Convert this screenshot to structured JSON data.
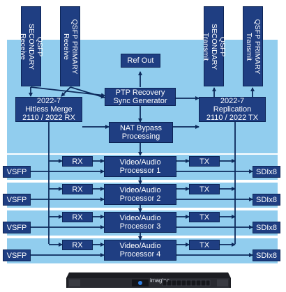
{
  "diagram": {
    "inputs": {
      "qsfp_secondary_receive": "QSFP SECONDARY\nReceive",
      "qsfp_primary_receive": "QSFP PRIMARY\nReceive",
      "qsfp_secondary_transmit": "QSFP SECONDARY\nTransmit",
      "qsfp_primary_transmit": "QSFP PRIMARY\nTransmit"
    },
    "ref_out": "Ref Out",
    "ptp": "PTP Recovery\nSync Generator",
    "hitless_merge": "2022-7\nHitless Merge\n2110 / 2022 RX",
    "replication": "2022-7\nReplication\n2110 / 2022 TX",
    "nat_bypass": "NAT Bypass\nProcessing",
    "lanes": [
      {
        "vsfp": "VSFP",
        "rx": "RX",
        "processor": "Video/Audio\nProcessor 1",
        "tx": "TX",
        "sdi": "SDIx8"
      },
      {
        "vsfp": "VSFP",
        "rx": "RX",
        "processor": "Video/Audio\nProcessor 2",
        "tx": "TX",
        "sdi": "SDIx8"
      },
      {
        "vsfp": "VSFP",
        "rx": "RX",
        "processor": "Video/Audio\nProcessor 3",
        "tx": "TX",
        "sdi": "SDIx8"
      },
      {
        "vsfp": "VSFP",
        "rx": "RX",
        "processor": "Video/Audio\nProcessor 4",
        "tx": "TX",
        "sdi": "SDIx8"
      }
    ],
    "device_brand": "imagine"
  },
  "colors": {
    "band": "#91cdee",
    "box": "#1f3e82",
    "line": "#0d2a5c",
    "device": "#1c1d22"
  }
}
